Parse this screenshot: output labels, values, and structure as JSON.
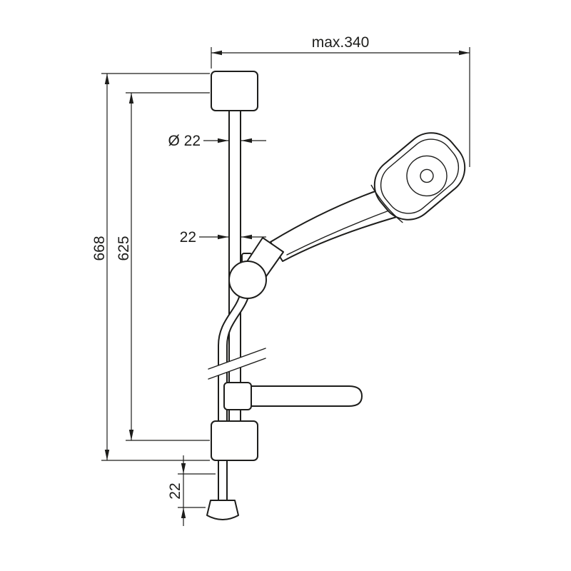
{
  "drawing": {
    "background": "#ffffff",
    "line_color": "#1d1d1b",
    "dimensions": {
      "max_width": "max.340",
      "rail_diameter": "Ø 22",
      "slider_width": "22",
      "overall_height": "668",
      "bar_length": "625",
      "bottom_clearance": "22"
    },
    "parts": {
      "top_bracket": "wall-bracket-top",
      "bottom_bracket": "wall-bracket-bottom",
      "rail": "shower-rail",
      "slider": "slider-holder",
      "hand_shower": "hand-shower",
      "soap_dish": "soap-dish",
      "hose": "shower-hose",
      "hose_nut": "hose-cone-nut",
      "break_marks": "rail-break-marks"
    }
  }
}
